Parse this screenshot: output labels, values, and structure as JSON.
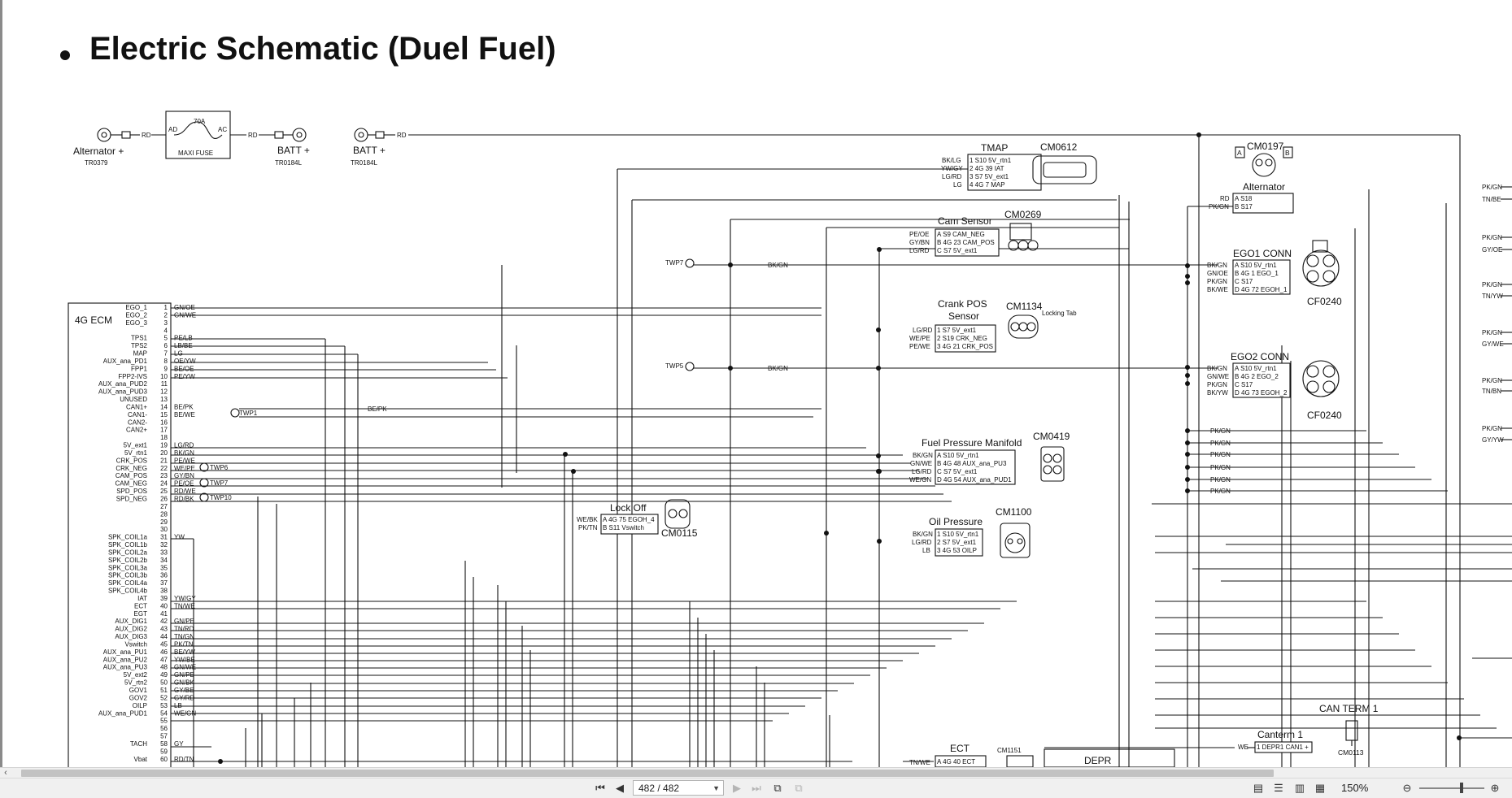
{
  "document": {
    "title": "Electric Schematic (Duel Fuel)",
    "page_current": "482",
    "page_total": "482",
    "page_display": "482 / 482",
    "zoom": "150%"
  },
  "power": {
    "alternator_label": "Alternator +",
    "alternator_part": "TR0379",
    "fuse_rating": "70A",
    "fuse_label": "MAXI FUSE",
    "fuse_pin_in": "AD",
    "fuse_pin_out": "AC",
    "batt1_label": "BATT +",
    "batt1_part": "TR0184L",
    "batt2_label": "BATT +",
    "batt2_part": "TR0184L",
    "wire_rd": "RD"
  },
  "ecm": {
    "name": "4G ECM",
    "pins": [
      {
        "n": "1",
        "sig": "EGO_1",
        "wire": "GN/OE"
      },
      {
        "n": "2",
        "sig": "EGO_2",
        "wire": "GN/WE"
      },
      {
        "n": "3",
        "sig": "EGO_3",
        "wire": ""
      },
      {
        "n": "4",
        "sig": "",
        "wire": ""
      },
      {
        "n": "5",
        "sig": "TPS1",
        "wire": "PE/LB"
      },
      {
        "n": "6",
        "sig": "TPS2",
        "wire": "LB/BE"
      },
      {
        "n": "7",
        "sig": "MAP",
        "wire": "LG"
      },
      {
        "n": "8",
        "sig": "AUX_ana_PD1",
        "wire": "OE/YW"
      },
      {
        "n": "9",
        "sig": "FPP1",
        "wire": "BE/OE"
      },
      {
        "n": "10",
        "sig": "FPP2-IVS",
        "wire": "PE/YW"
      },
      {
        "n": "11",
        "sig": "AUX_ana_PUD2",
        "wire": ""
      },
      {
        "n": "12",
        "sig": "AUX_ana_PUD3",
        "wire": ""
      },
      {
        "n": "13",
        "sig": "UNUSED",
        "wire": ""
      },
      {
        "n": "14",
        "sig": "CAN1+",
        "wire": "BE/PK"
      },
      {
        "n": "15",
        "sig": "CAN1-",
        "wire": "BE/WE"
      },
      {
        "n": "16",
        "sig": "CAN2-",
        "wire": ""
      },
      {
        "n": "17",
        "sig": "CAN2+",
        "wire": ""
      },
      {
        "n": "18",
        "sig": "",
        "wire": ""
      },
      {
        "n": "19",
        "sig": "5V_ext1",
        "wire": "LG/RD"
      },
      {
        "n": "20",
        "sig": "5V_rtn1",
        "wire": "BK/GN"
      },
      {
        "n": "21",
        "sig": "CRK_POS",
        "wire": "PE/WE"
      },
      {
        "n": "22",
        "sig": "CRK_NEG",
        "wire": "WE/PE"
      },
      {
        "n": "23",
        "sig": "CAM_POS",
        "wire": "GY/BN"
      },
      {
        "n": "24",
        "sig": "CAM_NEG",
        "wire": "PE/OE"
      },
      {
        "n": "25",
        "sig": "SPD_POS",
        "wire": "RD/WE"
      },
      {
        "n": "26",
        "sig": "SPD_NEG",
        "wire": "RD/BK"
      },
      {
        "n": "27",
        "sig": "",
        "wire": ""
      },
      {
        "n": "28",
        "sig": "",
        "wire": ""
      },
      {
        "n": "29",
        "sig": "",
        "wire": ""
      },
      {
        "n": "30",
        "sig": "",
        "wire": ""
      },
      {
        "n": "31",
        "sig": "SPK_COIL1a",
        "wire": "YW"
      },
      {
        "n": "32",
        "sig": "SPK_COIL1b",
        "wire": ""
      },
      {
        "n": "33",
        "sig": "SPK_COIL2a",
        "wire": ""
      },
      {
        "n": "34",
        "sig": "SPK_COIL2b",
        "wire": ""
      },
      {
        "n": "35",
        "sig": "SPK_COIL3a",
        "wire": ""
      },
      {
        "n": "36",
        "sig": "SPK_COIL3b",
        "wire": ""
      },
      {
        "n": "37",
        "sig": "SPK_COIL4a",
        "wire": ""
      },
      {
        "n": "38",
        "sig": "SPK_COIL4b",
        "wire": ""
      },
      {
        "n": "39",
        "sig": "IAT",
        "wire": "YW/GY"
      },
      {
        "n": "40",
        "sig": "ECT",
        "wire": "TN/WE"
      },
      {
        "n": "41",
        "sig": "EGT",
        "wire": ""
      },
      {
        "n": "42",
        "sig": "AUX_DIG1",
        "wire": "GN/PE"
      },
      {
        "n": "43",
        "sig": "AUX_DIG2",
        "wire": "TN/RD"
      },
      {
        "n": "44",
        "sig": "AUX_DIG3",
        "wire": "TN/GN"
      },
      {
        "n": "45",
        "sig": "Vswitch",
        "wire": "PK/TN"
      },
      {
        "n": "46",
        "sig": "AUX_ana_PU1",
        "wire": "BE/YW"
      },
      {
        "n": "47",
        "sig": "AUX_ana_PU2",
        "wire": "YW/BE"
      },
      {
        "n": "48",
        "sig": "AUX_ana_PU3",
        "wire": "GN/WE"
      },
      {
        "n": "49",
        "sig": "5V_ext2",
        "wire": "GN/PE"
      },
      {
        "n": "50",
        "sig": "5V_rtn2",
        "wire": "GN/BK"
      },
      {
        "n": "51",
        "sig": "GOV1",
        "wire": "GY/BE"
      },
      {
        "n": "52",
        "sig": "GOV2",
        "wire": "GY/RD"
      },
      {
        "n": "53",
        "sig": "OILP",
        "wire": "LB"
      },
      {
        "n": "54",
        "sig": "AUX_ana_PUD1",
        "wire": "WE/GN"
      },
      {
        "n": "55",
        "sig": "",
        "wire": ""
      },
      {
        "n": "56",
        "sig": "",
        "wire": ""
      },
      {
        "n": "57",
        "sig": "",
        "wire": ""
      },
      {
        "n": "58",
        "sig": "TACH",
        "wire": "GY"
      },
      {
        "n": "59",
        "sig": "",
        "wire": ""
      },
      {
        "n": "60",
        "sig": "Vbat",
        "wire": "RD/TN"
      }
    ]
  },
  "twists": [
    "TWP7",
    "TWP5",
    "TWP1",
    "TWP6",
    "TWP7",
    "TWP10"
  ],
  "wire_labels": {
    "bkgn1": "BK/GN",
    "bkgn2": "BK/GN",
    "bepk": "BE/PK"
  },
  "components": {
    "tmap": {
      "title": "TMAP",
      "part": "CM0612",
      "rows": [
        "1 S10 5V_rtn1",
        "2 4G 39 IAT",
        "3 S7 5V_ext1",
        "4 4G 7 MAP"
      ],
      "wires": [
        "BK/LG",
        "YW/GY",
        "LG/RD",
        "LG"
      ]
    },
    "cam": {
      "title": "Cam Sensor",
      "part": "CM0269",
      "rows": [
        "A S9 CAM_NEG",
        "B 4G 23 CAM_POS",
        "C S7 5V_ext1"
      ],
      "wires": [
        "PE/OE",
        "GY/BN",
        "LG/RD"
      ]
    },
    "crank": {
      "title1": "Crank POS",
      "title2": "Sensor",
      "part": "CM1134",
      "note": "Locking Tab",
      "rows": [
        "1 S7 5V_ext1",
        "2 S19 CRK_NEG",
        "3 4G 21 CRK_POS"
      ],
      "wires": [
        "LG/RD",
        "WE/PE",
        "PE/WE"
      ]
    },
    "fpm": {
      "title": "Fuel Pressure Manifold",
      "part": "CM0419",
      "rows": [
        "A S10 5V_rtn1",
        "B 4G 48 AUX_ana_PU3",
        "C S7 5V_ext1",
        "D 4G 54 AUX_ana_PUD1"
      ],
      "wires": [
        "BK/GN",
        "GN/WE",
        "LG/RD",
        "WE/GN"
      ]
    },
    "oil": {
      "title": "Oil Pressure",
      "part": "CM1100",
      "rows": [
        "1 S10 5V_rtn1",
        "2 S7 5V_ext1",
        "3 4G 53 OILP"
      ],
      "wires": [
        "BK/GN",
        "LG/RD",
        "LB"
      ]
    },
    "lockoff": {
      "title": "Lock Off",
      "part": "CM0115",
      "rows": [
        "A 4G 75 EGOH_4",
        "B S11 Vswitch"
      ],
      "wires": [
        "WE/BK",
        "PK/TN"
      ]
    },
    "alternator": {
      "title": "Alternator",
      "part": "CM0197",
      "pinA": "A",
      "pinB": "B",
      "rows": [
        "A S18",
        "B S17"
      ],
      "wires": [
        "RD",
        "PK/GN"
      ]
    },
    "ego1": {
      "title": "EGO1 CONN",
      "part": "CF0240",
      "rows": [
        "A S10 5V_rtn1",
        "B 4G 1 EGO_1",
        "C S17",
        "D 4G 72 EGOH_1"
      ],
      "wires": [
        "BK/GN",
        "GN/OE",
        "PK/GN",
        "BK/WE"
      ]
    },
    "ego2": {
      "title": "EGO2 CONN",
      "part": "CF0240",
      "rows": [
        "A S10 5V_rtn1",
        "B 4G 2 EGO_2",
        "C S17",
        "D 4G 73 EGOH_2"
      ],
      "wires": [
        "BK/GN",
        "GN/WE",
        "PK/GN",
        "BK/YW"
      ]
    },
    "ect": {
      "title": "ECT",
      "part": "CM1151",
      "rows": [
        "A 4G 40 ECT"
      ],
      "wires": [
        "TN/WE"
      ]
    },
    "depr": {
      "title": "DEPR"
    },
    "canterm1": {
      "title": "CAN TERM 1",
      "part": "CM0113"
    },
    "canterm": {
      "title": "Canterm 1",
      "rows": [
        "1 DEPR1 CAN1 +"
      ],
      "wires": [
        "WE"
      ]
    }
  },
  "pk_gn_bus": [
    "PK/GN",
    "PK/GN",
    "PK/GN",
    "PK/GN",
    "PK/GN",
    "PK/GN"
  ],
  "right_edge_wires": [
    "PK/GN",
    "TN/BE",
    "PK/GN",
    "GY/OE",
    "PK/GN",
    "TN/YW",
    "PK/GN",
    "GY/WE",
    "PK/GN",
    "TN/BN",
    "PK/GN",
    "GY/YW"
  ]
}
